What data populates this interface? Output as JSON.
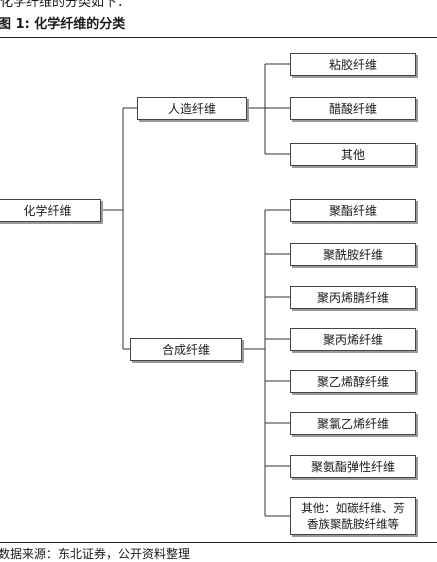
{
  "header": {
    "top_text": "化学纤维的分类如下：",
    "figure_title": "图 1:  化学纤维的分类"
  },
  "diagram": {
    "root": "化学纤维",
    "branches": [
      {
        "label": "人造纤维",
        "children": [
          "粘胶纤维",
          "醋酸纤维",
          "其他"
        ]
      },
      {
        "label": "合成纤维",
        "children": [
          "聚酯纤维",
          "聚酰胺纤维",
          "聚丙烯腈纤维",
          "聚丙烯纤维",
          "聚乙烯醇纤维",
          "聚氯乙烯纤维",
          "聚氨酯弹性纤维",
          "其他：如碳纤维、芳\n香族聚酰胺纤维等"
        ]
      }
    ]
  },
  "footer": {
    "source": "数据来源：东北证券，公开资料整理"
  },
  "colors": {
    "line": "#333333",
    "box_border": "#444444",
    "shadow": "#9a9a9a"
  }
}
